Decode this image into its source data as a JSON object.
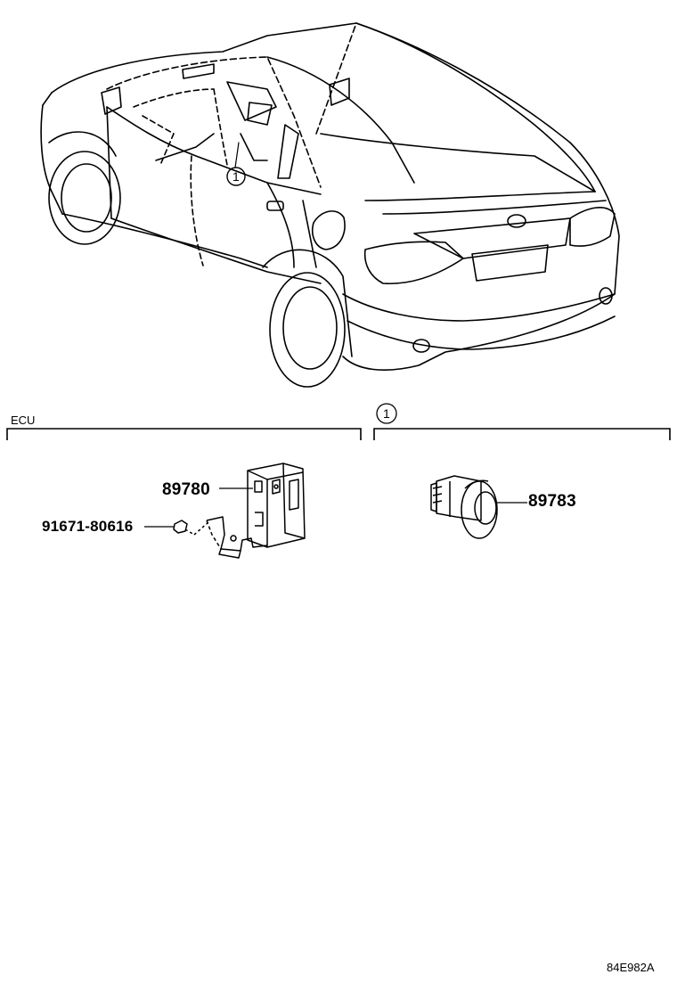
{
  "diagram": {
    "callout_marker": "1",
    "sections": {
      "ecu": {
        "title": "ECU"
      },
      "item1": {
        "marker": "1"
      }
    },
    "parts": {
      "ecu_module": {
        "number": "89780"
      },
      "screw": {
        "number": "91671-80616"
      },
      "sensor": {
        "number": "89783"
      }
    },
    "illustration_code": "84E982A"
  }
}
